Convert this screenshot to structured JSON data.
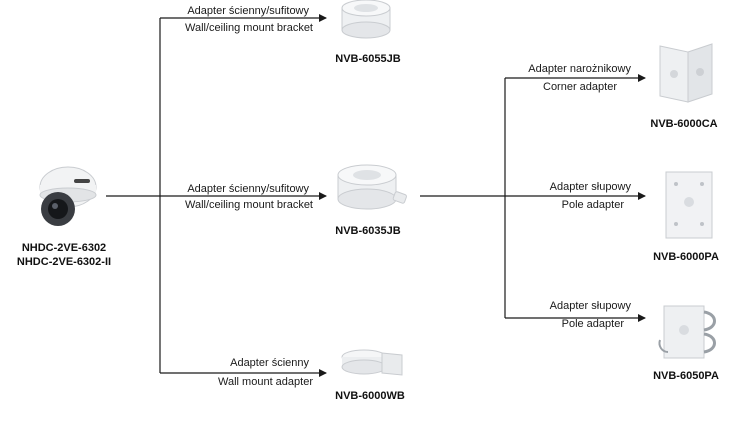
{
  "camera": {
    "model_1": "NHDC-2VE-6302",
    "model_2": "NHDC-2VE-6302-II"
  },
  "branches": [
    {
      "label_pl": "Adapter ścienny/sufitowy",
      "label_en": "Wall/ceiling mount bracket",
      "code": "NVB-6055JB"
    },
    {
      "label_pl": "Adapter ścienny/sufitowy",
      "label_en": "Wall/ceiling mount bracket",
      "code": "NVB-6035JB"
    },
    {
      "label_pl": "Adapter ścienny",
      "label_en": "Wall mount adapter",
      "code": "NVB-6000WB"
    }
  ],
  "sub_branches": [
    {
      "label_pl": "Adapter narożnikowy",
      "label_en": "Corner adapter",
      "code": "NVB-6000CA"
    },
    {
      "label_pl": "Adapter słupowy",
      "label_en": "Pole adapter",
      "code": "NVB-6000PA"
    },
    {
      "label_pl": "Adapter słupowy",
      "label_en": "Pole adapter",
      "code": "NVB-6050PA"
    }
  ],
  "colors": {
    "line": "#1a1a1a",
    "product_body": "#eef0f2",
    "product_shade": "#c9ccd0"
  },
  "icons": [
    "dome-camera-icon",
    "junction-box-icon",
    "wall-mount-icon",
    "corner-adapter-icon",
    "pole-adapter-icon",
    "pole-clamp-adapter-icon"
  ]
}
